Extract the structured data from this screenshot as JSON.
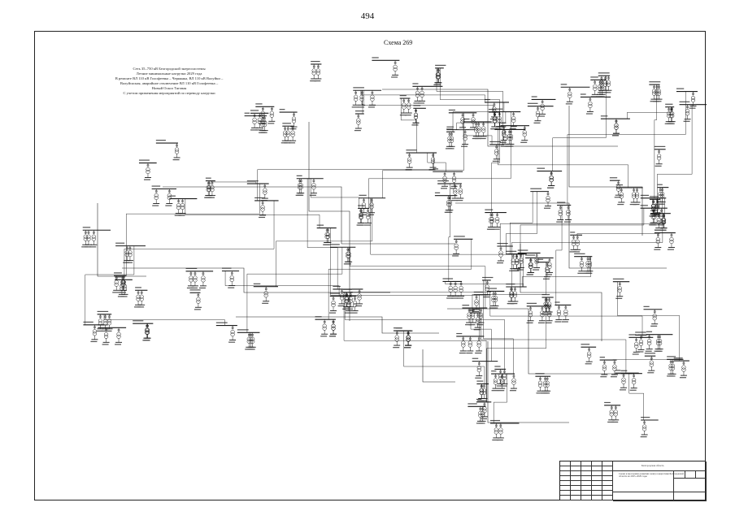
{
  "page": {
    "number": "494"
  },
  "scheme": {
    "title": "Схема 269"
  },
  "description": {
    "lines": [
      "Сеть 35–750 кВ Белгородской энергосистемы",
      "Летние минимальные нагрузки 2029 года",
      "В ремонте ВЛ 110 кВ Голофеевка – Чернянка, ВЛ 110 кВ Валуйки –",
      "Валуйскская, аварийное отключение ВЛ 110 кВ Голофеевка –",
      "Новый Оскол Тяговая",
      "С учетом применения мероприятий по переводу нагрузки"
    ]
  },
  "title_block": {
    "org": "Белгородская область",
    "doc": "Схема и программа развития электроэнергетики Белгородской области на 2025–2029 годы"
  },
  "style": {
    "line_color": "#1a1a1a",
    "background": "#ffffff"
  }
}
